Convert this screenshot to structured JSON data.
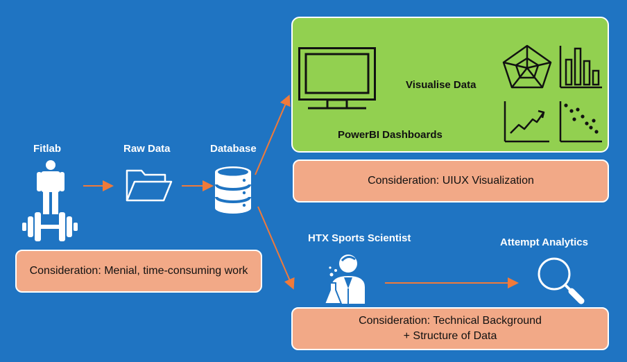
{
  "labels": {
    "fitlab": "Fitlab",
    "raw_data": "Raw Data",
    "database": "Database",
    "visualise_data": "Visualise Data",
    "powerbi": "PowerBI Dashboards",
    "htx": "HTX Sports Scientist",
    "attempt_analytics": "Attempt Analytics"
  },
  "considerations": {
    "menial": "Consideration: Menial, time-consuming work",
    "uiux": "Consideration: UIUX Visualization",
    "technical_line1": "Consideration: Technical Background",
    "technical_line2": "+ Structure of Data"
  },
  "colors": {
    "background": "#1f74c2",
    "green_panel": "#92d050",
    "consideration_box": "#f2a987",
    "arrow": "#f07a3a",
    "icon_white": "#ffffff",
    "icon_dark": "#111111"
  }
}
